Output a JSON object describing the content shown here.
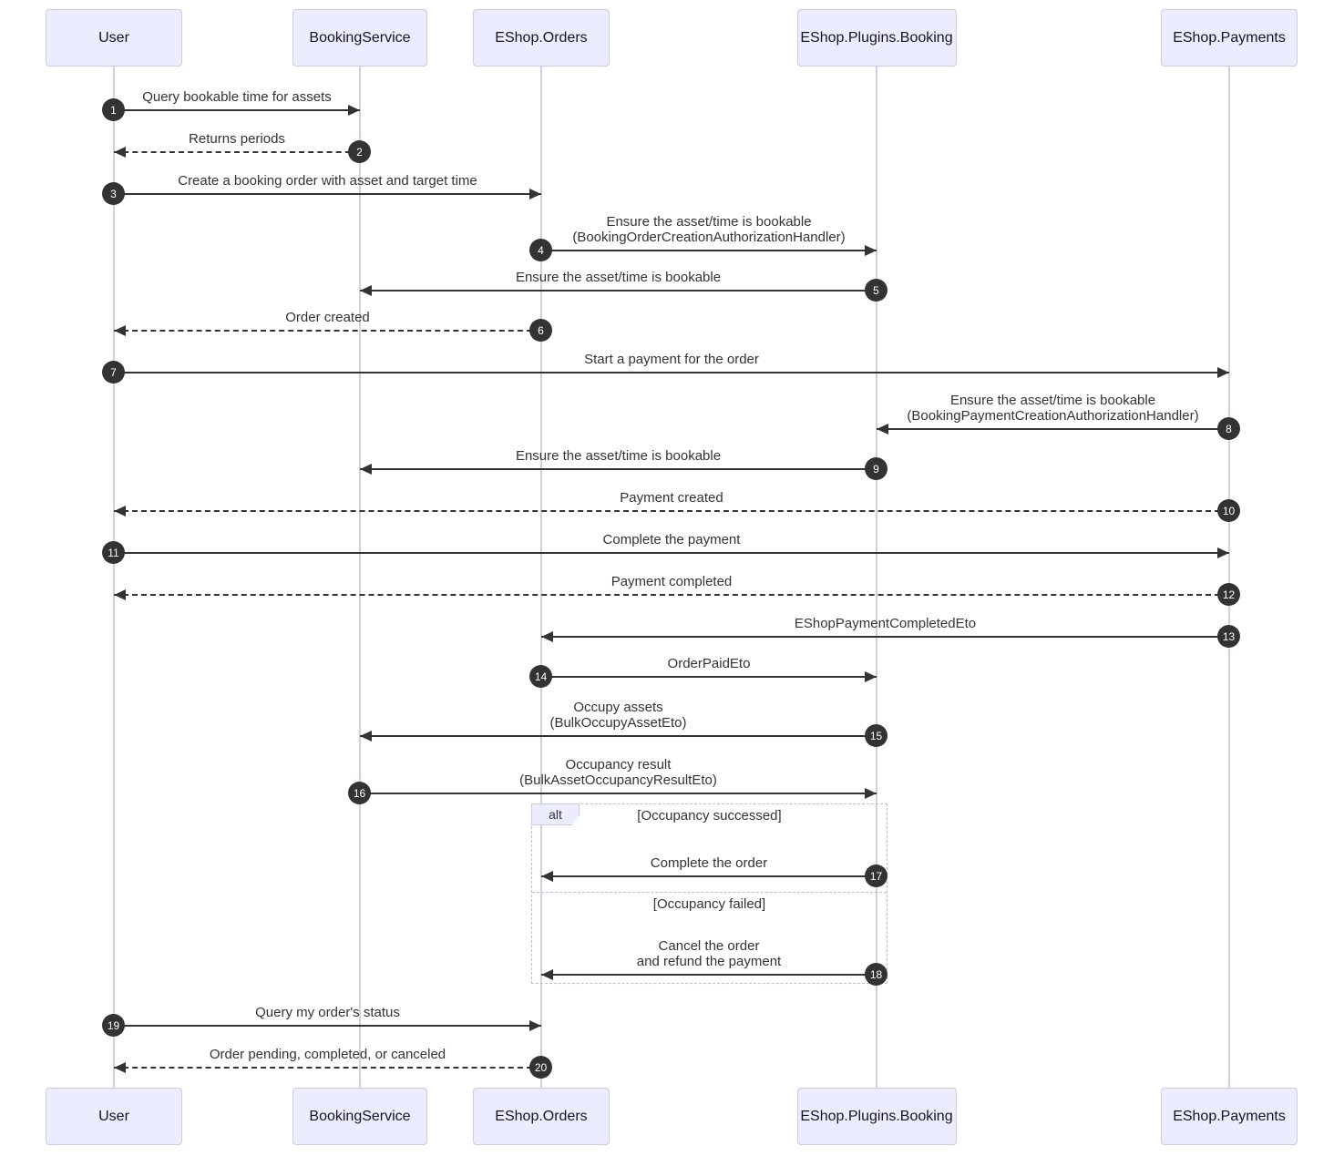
{
  "diagram": {
    "type": "sequence",
    "actors": [
      {
        "id": "user",
        "label": "User"
      },
      {
        "id": "bookingService",
        "label": "BookingService"
      },
      {
        "id": "orders",
        "label": "EShop.Orders"
      },
      {
        "id": "pluginsBooking",
        "label": "EShop.Plugins.Booking"
      },
      {
        "id": "payments",
        "label": "EShop.Payments"
      }
    ],
    "messages": [
      {
        "num": 1,
        "from": "user",
        "to": "bookingService",
        "line": "solid",
        "text": "Query bookable time for assets"
      },
      {
        "num": 2,
        "from": "bookingService",
        "to": "user",
        "line": "dotted",
        "text": "Returns periods"
      },
      {
        "num": 3,
        "from": "user",
        "to": "orders",
        "line": "solid",
        "text": "Create a booking order with asset and target time"
      },
      {
        "num": 4,
        "from": "orders",
        "to": "pluginsBooking",
        "line": "solid",
        "text": "Ensure the asset/time is bookable\n(BookingOrderCreationAuthorizationHandler)"
      },
      {
        "num": 5,
        "from": "pluginsBooking",
        "to": "bookingService",
        "line": "solid",
        "text": "Ensure the asset/time is bookable"
      },
      {
        "num": 6,
        "from": "orders",
        "to": "user",
        "line": "dotted",
        "text": "Order created"
      },
      {
        "num": 7,
        "from": "user",
        "to": "payments",
        "line": "solid",
        "text": "Start a payment for the order"
      },
      {
        "num": 8,
        "from": "payments",
        "to": "pluginsBooking",
        "line": "solid",
        "text": "Ensure the asset/time is bookable\n(BookingPaymentCreationAuthorizationHandler)"
      },
      {
        "num": 9,
        "from": "pluginsBooking",
        "to": "bookingService",
        "line": "solid",
        "text": "Ensure the asset/time is bookable"
      },
      {
        "num": 10,
        "from": "payments",
        "to": "user",
        "line": "dotted",
        "text": "Payment created"
      },
      {
        "num": 11,
        "from": "user",
        "to": "payments",
        "line": "solid",
        "text": "Complete the payment"
      },
      {
        "num": 12,
        "from": "payments",
        "to": "user",
        "line": "dotted",
        "text": "Payment completed"
      },
      {
        "num": 13,
        "from": "payments",
        "to": "orders",
        "line": "solid",
        "text": "EShopPaymentCompletedEto"
      },
      {
        "num": 14,
        "from": "orders",
        "to": "pluginsBooking",
        "line": "solid",
        "text": "OrderPaidEto"
      },
      {
        "num": 15,
        "from": "pluginsBooking",
        "to": "bookingService",
        "line": "solid",
        "text": "Occupy assets\n(BulkOccupyAssetEto)"
      },
      {
        "num": 16,
        "from": "bookingService",
        "to": "pluginsBooking",
        "line": "solid",
        "text": "Occupancy result\n(BulkAssetOccupancyResultEto)"
      },
      {
        "num": 17,
        "from": "pluginsBooking",
        "to": "orders",
        "line": "solid",
        "text": "Complete the order"
      },
      {
        "num": 18,
        "from": "pluginsBooking",
        "to": "orders",
        "line": "solid",
        "text": "Cancel the order\nand refund the payment"
      },
      {
        "num": 19,
        "from": "user",
        "to": "orders",
        "line": "solid",
        "text": "Query my order's status"
      },
      {
        "num": 20,
        "from": "orders",
        "to": "user",
        "line": "dotted",
        "text": "Order pending, completed, or canceled"
      }
    ],
    "alt_frame": {
      "label": "alt",
      "sections": [
        {
          "condition": "[Occupancy successed]"
        },
        {
          "condition": "[Occupancy failed]"
        }
      ]
    },
    "colors": {
      "actor_fill": "#ECECFF",
      "actor_border": "#CCCCE6",
      "lifeline": "#D2CFE5",
      "arrow": "#333333",
      "number_fill": "#333333",
      "number_text": "#FFFFFF",
      "frame_border": "#BFBFD4",
      "text": "#333333"
    }
  }
}
